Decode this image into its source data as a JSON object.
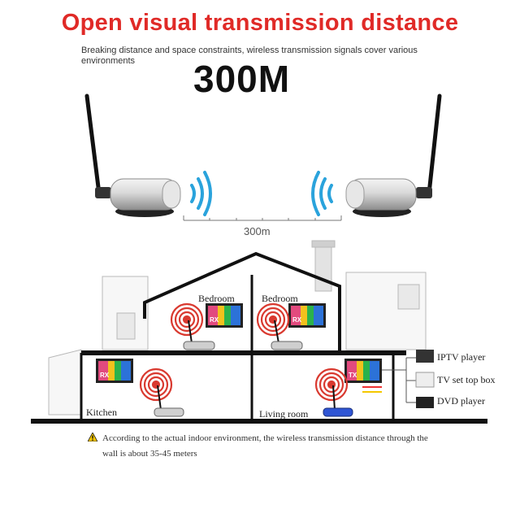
{
  "headline": "Open visual transmission distance",
  "subline": "Breaking distance and space constraints, wireless transmission signals cover various environments",
  "distance_big": "300M",
  "scale_label": "300m",
  "rooms": {
    "bedroom_left": "Bedroom",
    "bedroom_right": "Bedroom",
    "kitchen": "Kitchen",
    "living_room": "Living room"
  },
  "screen_tags": {
    "bedroom_left": "RX",
    "bedroom_right": "RX",
    "kitchen": "RX",
    "living_room": "TX"
  },
  "devices": {
    "iptv": "IPTV player",
    "stb": "TV set top box",
    "dvd": "DVD player"
  },
  "notice": "According to the actual indoor environment, the wireless transmission distance through the wall is about 35-45 meters",
  "colors": {
    "headline_red": "#e02a27",
    "signal_red": "#d9392f",
    "tx_blue": "#2f55d4"
  },
  "icons": {
    "warning": "warning-triangle-icon",
    "signal": "wifi-waves-icon"
  }
}
